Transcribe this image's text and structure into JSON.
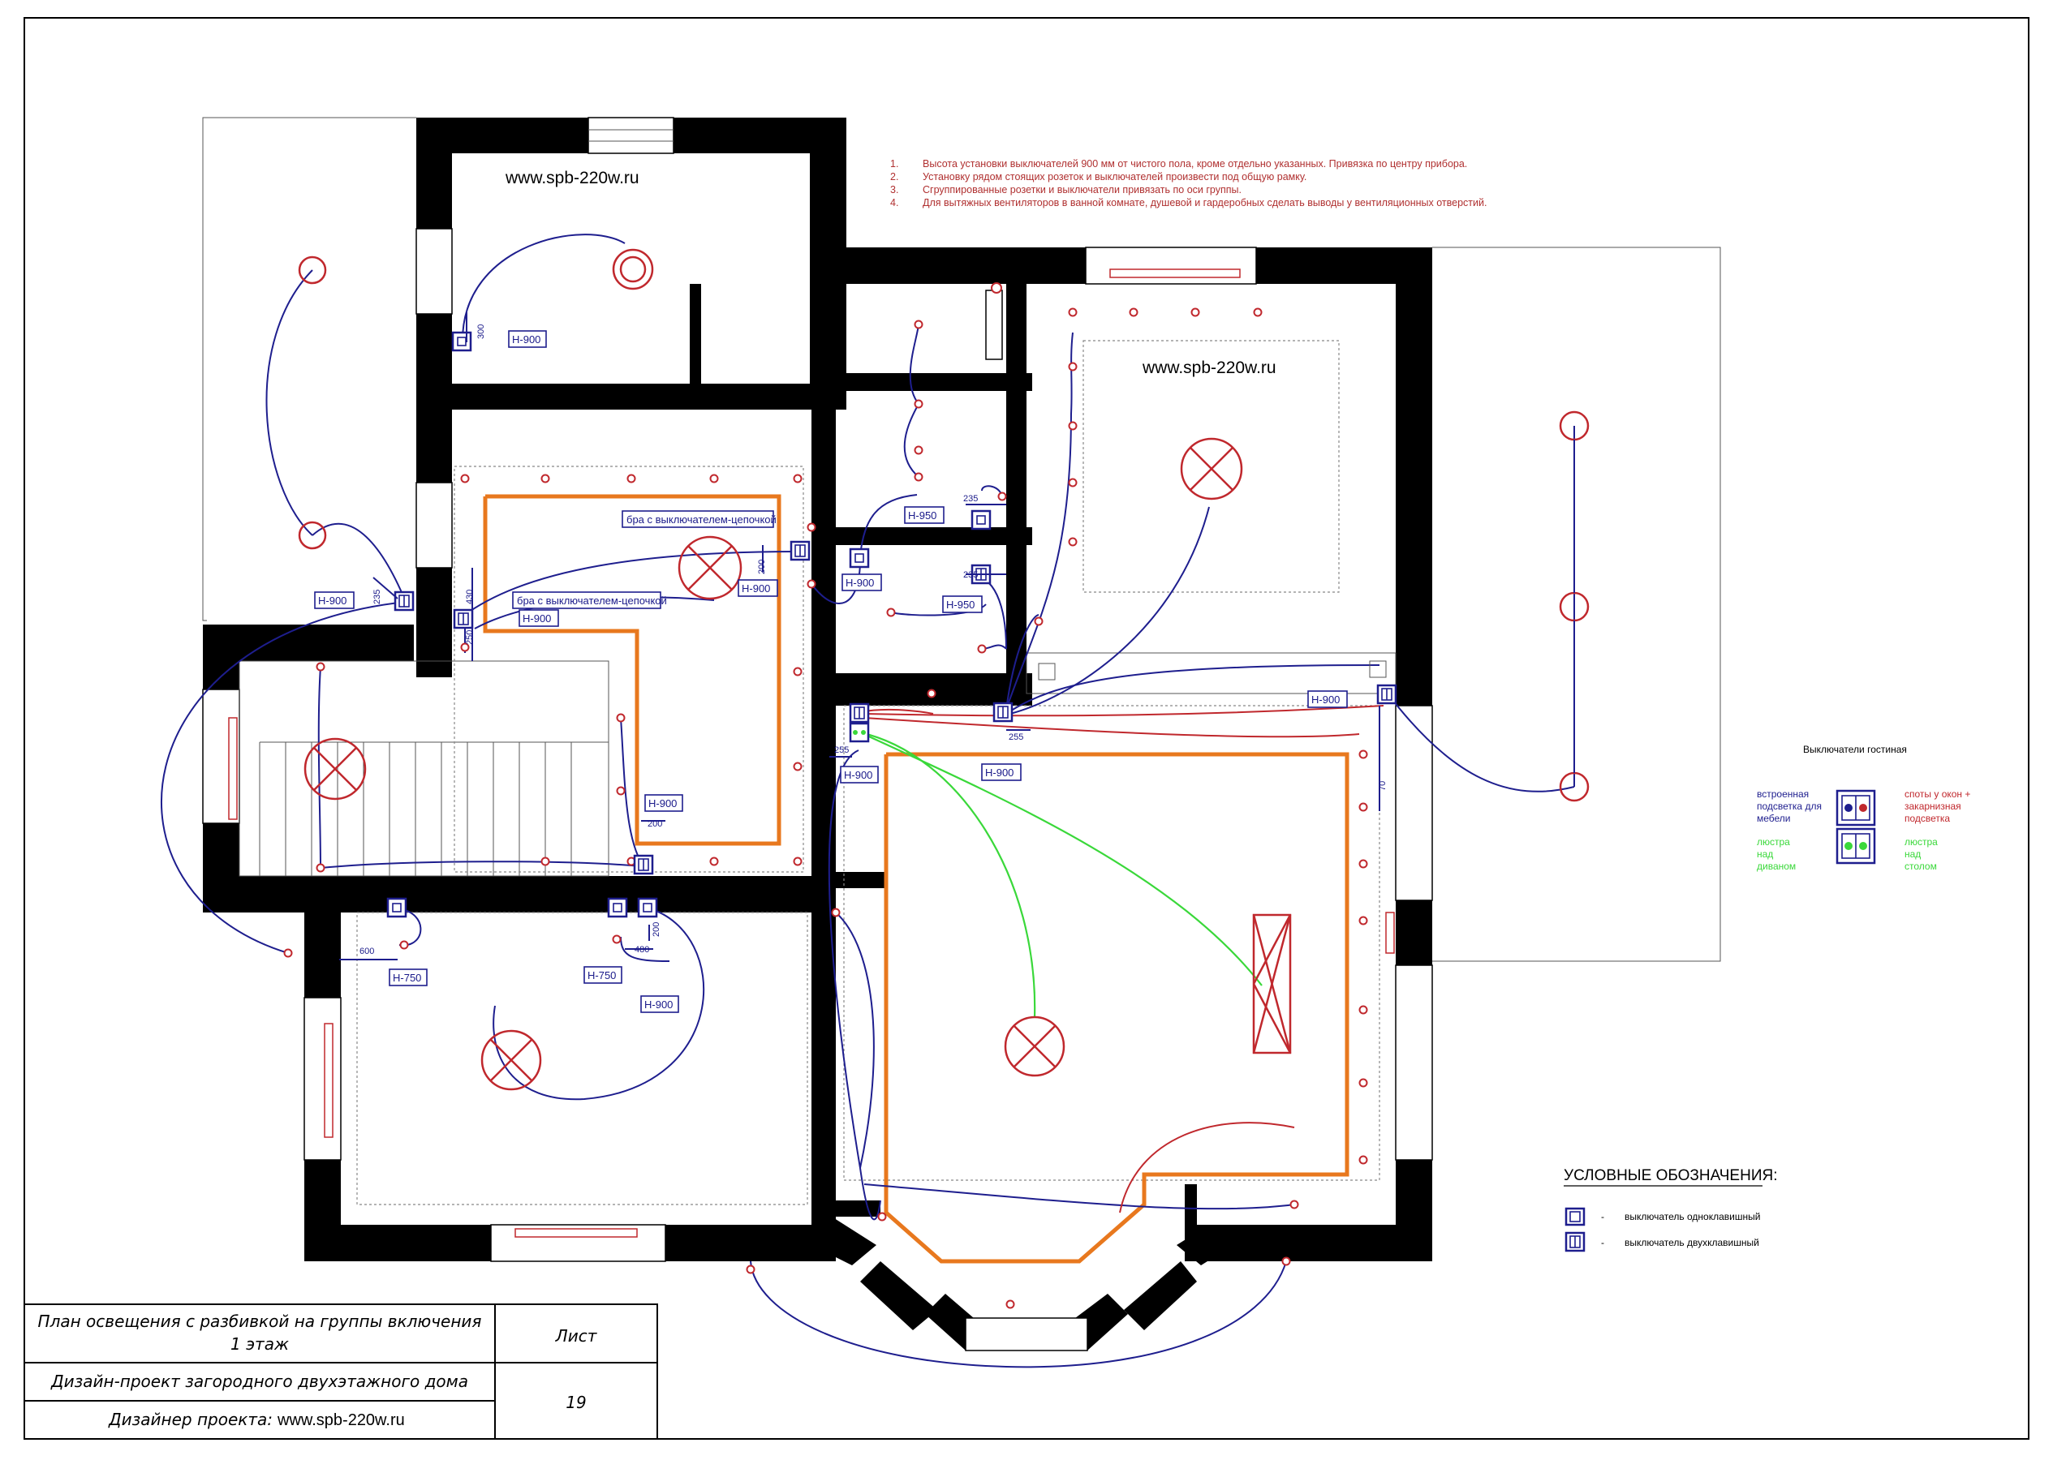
{
  "notes": [
    "1.",
    "Высота установки выключателей 900 мм от чистого пола, кроме отдельно указанных. Привязка по центру прибора.",
    "2.",
    "Установку рядом стоящих розеток и выключателей произвести под общую рамку.",
    "3.",
    "Сгруппированные розетки и выключатели привязать по оси группы.",
    "4.",
    "Для вытяжных вентиляторов в ванной комнате, душевой и гардеробных сделать выводы у вентиляционных отверстий."
  ],
  "watermark": "www.spb-220w.ru",
  "labels": {
    "h900": "H-900",
    "h950": "H-950",
    "h750": "H-750",
    "bra1": "бра с выключателем-цепочкой",
    "bra2": "бра с выключателем-цепочкой"
  },
  "dims": {
    "d300": "300",
    "d235a": "235",
    "d235b": "235",
    "d200a": "200",
    "d200b": "200",
    "d200c": "200",
    "d255a": "255",
    "d255b": "255",
    "d430": "430",
    "d480": "480",
    "d600": "600",
    "d70": "70",
    "d250": "250"
  },
  "switch_legend": {
    "title": "Выключатели гостиная",
    "blue_label": [
      "встроенная",
      "подсветка для",
      "мебели"
    ],
    "red_label": [
      "споты у окон +",
      "закарнизная",
      "подсветка"
    ],
    "green_left": [
      "люстра",
      "над",
      "диваном"
    ],
    "green_right": [
      "люстра",
      "над",
      "столом"
    ],
    "colors": {
      "blue": "#1e1e8e",
      "red": "#c0282d",
      "green": "#3ad83a"
    }
  },
  "legend": {
    "heading": "УСЛОВНЫЕ ОБОЗНАЧЕНИЯ:",
    "items": [
      {
        "dash": "-",
        "text": "выключатель одноклавишный"
      },
      {
        "dash": "-",
        "text": "выключатель двухклавишный"
      }
    ]
  },
  "title_block": {
    "plan_title_1": "План освещения с разбивкой на группы включения",
    "plan_title_2": "1 этаж",
    "project": "Дизайн-проект загородного двухэтажного дома",
    "designer_label": "Дизайнер проекта:",
    "designer_value": "www.spb-220w.ru",
    "sheet_label": "Лист",
    "sheet_number": "19"
  }
}
